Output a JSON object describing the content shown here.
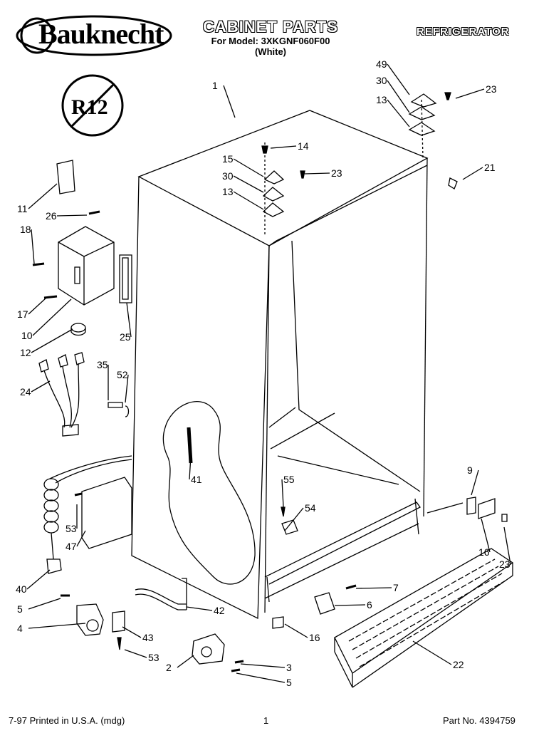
{
  "header": {
    "brand": "Bauknecht",
    "title": "CABINET PARTS",
    "model": "For Model: 3XKGNF060F00",
    "variant": "(White)",
    "category": "REFRIGERATOR",
    "r12_badge": "R12"
  },
  "footer": {
    "printed": "7-97 Printed in U.S.A. (mdg)",
    "page": "1",
    "part_no": "Part No. 4394759"
  },
  "callouts": [
    "1",
    "49",
    "30",
    "13",
    "23",
    "14",
    "15",
    "30",
    "23",
    "13",
    "21",
    "11",
    "26",
    "18",
    "17",
    "10",
    "12",
    "25",
    "24",
    "35",
    "52",
    "41",
    "55",
    "54",
    "9",
    "16",
    "23",
    "53",
    "47",
    "40",
    "5",
    "4",
    "42",
    "43",
    "53",
    "2",
    "3",
    "5",
    "7",
    "6",
    "16",
    "22"
  ]
}
